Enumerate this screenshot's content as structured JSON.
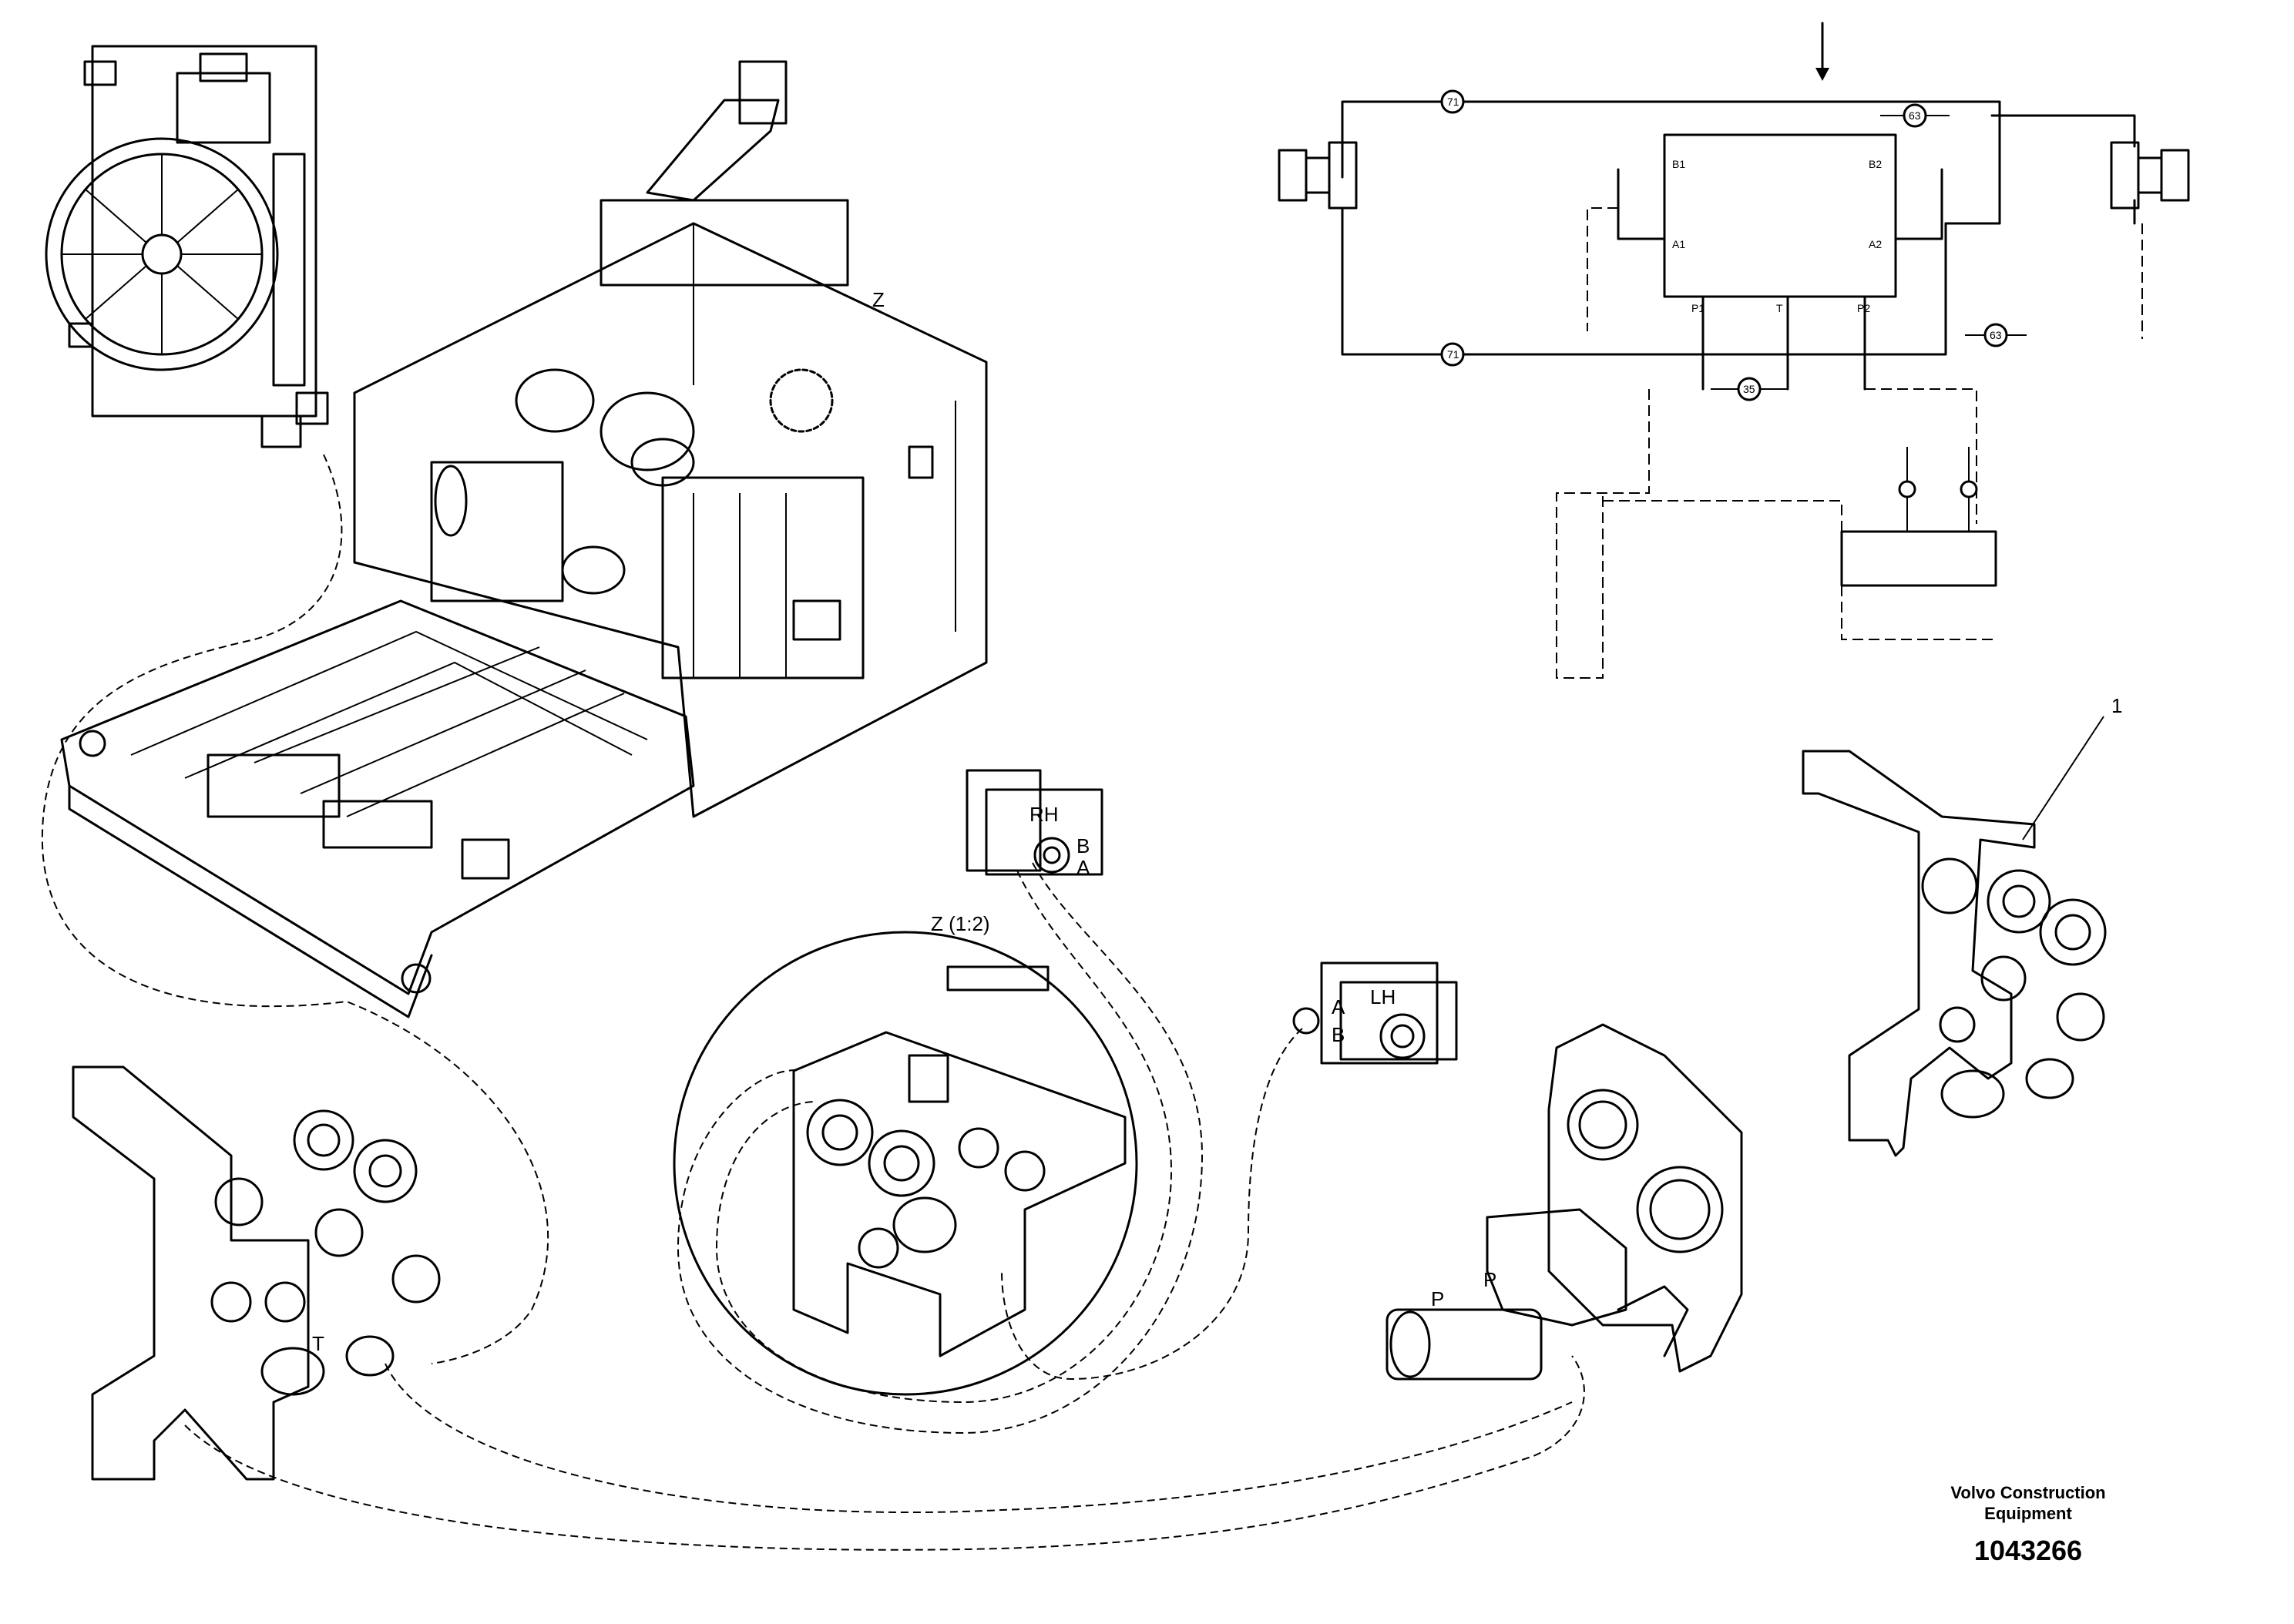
{
  "labels": {
    "detail_z": "Z",
    "detail_z_scale": "Z (1:2)",
    "rh": "RH",
    "lh": "LH",
    "port_a": "A",
    "port_b": "B",
    "port_t": "T",
    "port_p": "P",
    "item_1": "1"
  },
  "schematic": {
    "ports": [
      "B1",
      "B2",
      "A1",
      "A2",
      "P1",
      "T",
      "P2"
    ],
    "hose_ids": [
      "71",
      "63",
      "71",
      "63",
      "35"
    ]
  },
  "footer": {
    "brand_line1": "Volvo Construction",
    "brand_line2": "Equipment",
    "part_number": "1043266"
  }
}
